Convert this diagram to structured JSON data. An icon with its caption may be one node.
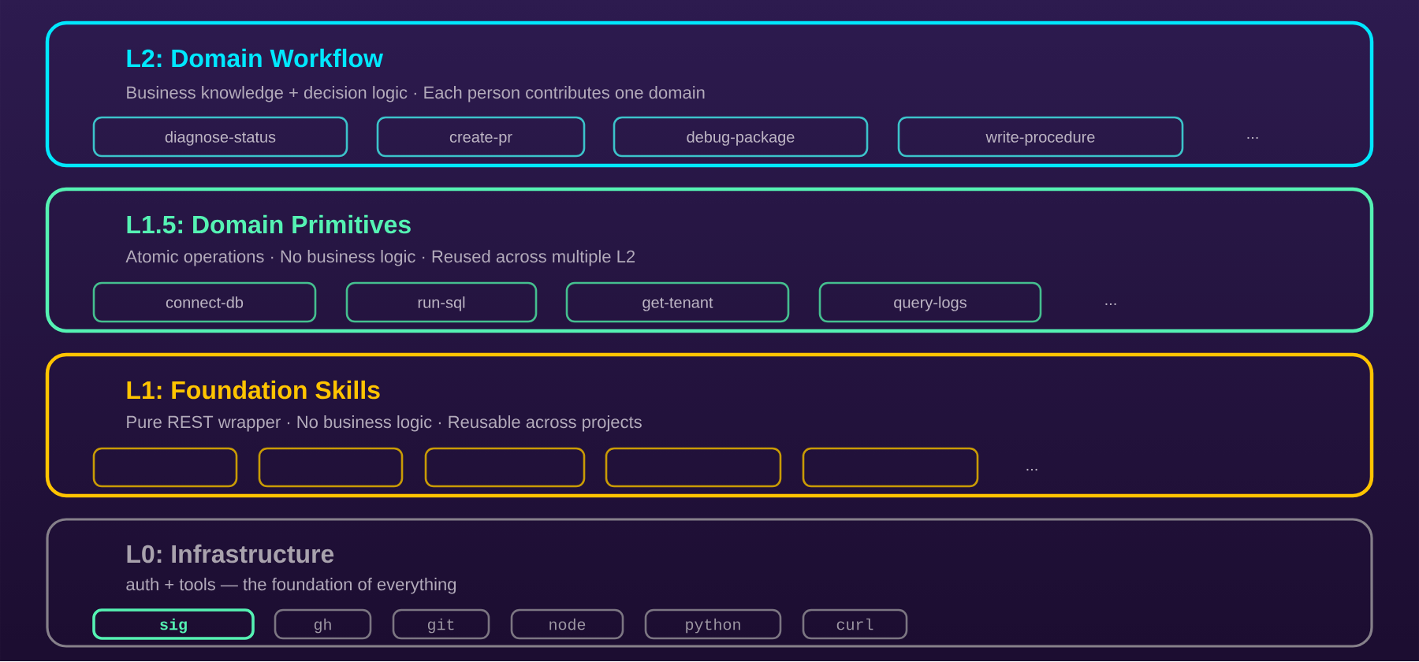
{
  "diagram": {
    "nodes": [
      {
        "text": [
          "L2: Domain Workflow",
          "Business knowledge + decision logic · Each person contributes one domain",
          "..."
        ]
      },
      {
        "text": [
          "diagnose-status"
        ],
        "in": 0
      },
      {
        "text": [
          "create-pr"
        ],
        "in": 0
      },
      {
        "text": [
          "debug-package"
        ],
        "in": 0
      },
      {
        "text": [
          "write-procedure"
        ],
        "in": 0
      },
      {
        "text": [
          "L1.5: Domain Primitives",
          "Atomic operations · No business logic · Reused across multiple L2",
          "..."
        ]
      },
      {
        "text": [
          "connect-db"
        ],
        "in": 5
      },
      {
        "text": [
          "run-sql"
        ],
        "in": 5
      },
      {
        "text": [
          "get-tenant"
        ],
        "in": 5
      },
      {
        "text": [
          "query-logs"
        ],
        "in": 5
      },
      {
        "text": [
          "L1: Foundation Skills",
          "Pure REST wrapper · No business logic · Reusable across projects",
          "..."
        ]
      },
      {
        "text": [],
        "shape": "box",
        "in": 10
      },
      {
        "text": [],
        "shape": "box",
        "in": 10
      },
      {
        "text": [],
        "shape": "box",
        "in": 10
      },
      {
        "text": [],
        "shape": "box",
        "in": 10
      },
      {
        "text": [],
        "shape": "box",
        "in": 10
      },
      {
        "text": [
          "L0: Infrastructure",
          "auth + tools — the foundation of everything"
        ]
      },
      {
        "text": [
          "sig"
        ],
        "in": 16
      },
      {
        "text": [
          "gh"
        ],
        "in": 16
      },
      {
        "text": [
          "git"
        ],
        "in": 16
      },
      {
        "text": [
          "node"
        ],
        "in": 16
      },
      {
        "text": [
          "python"
        ],
        "in": 16
      },
      {
        "text": [
          "curl"
        ],
        "in": 16
      }
    ]
  }
}
